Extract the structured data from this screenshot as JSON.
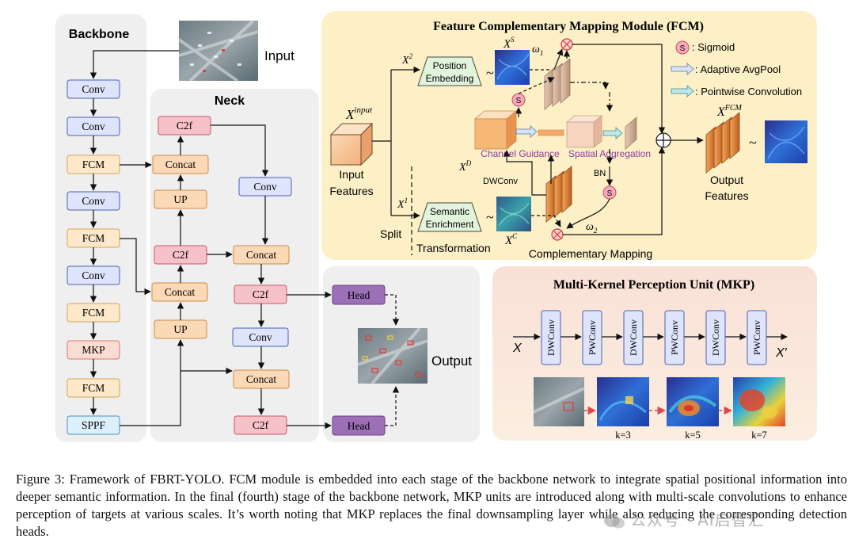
{
  "backbone": {
    "title": "Backbone",
    "layers": [
      "Conv",
      "Conv",
      "FCM",
      "Conv",
      "FCM",
      "Conv",
      "FCM",
      "MKP",
      "FCM",
      "SPPF"
    ]
  },
  "input_label": "Input",
  "neck": {
    "title": "Neck",
    "c2f": "C2f",
    "concat": "Concat",
    "up": "UP",
    "conv": "Conv"
  },
  "head": {
    "label": "Head",
    "output_label": "Output"
  },
  "fcm": {
    "title": "Feature Complementary Mapping Module (FCM)",
    "x_input": "X",
    "x_input_sup": "input",
    "input_features_1": "Input",
    "input_features_2": "Features",
    "x2": "X",
    "x2_sup": "2",
    "x1": "X",
    "x1_sup": "1",
    "pos_emb_1": "Position",
    "pos_emb_2": "Embedding",
    "sem_enr_1": "Semantic",
    "sem_enr_2": "Enrichment",
    "xs": "X",
    "xs_sup": "S",
    "xc": "X",
    "xc_sup": "C",
    "xd": "X",
    "xd_sup": "D",
    "omega1": "ω",
    "omega1_sub": "1",
    "omega2": "ω",
    "omega2_sub": "2",
    "tilde": "~",
    "channel_guidance": "Channel Guidance",
    "spatial_aggregation": "Spatial Aggregation",
    "dwconv": "DWConv",
    "bn": "BN",
    "split": "Split",
    "transformation": "Transformation",
    "complementary_mapping": "Complementary Mapping",
    "x_fcm": "X",
    "x_fcm_sup": "FCM",
    "output_features_1": "Output",
    "output_features_2": "Features",
    "sigmoid_symbol": "S",
    "legend_sigmoid": ": Sigmoid",
    "legend_avgpool": ": Adaptive AvgPool",
    "legend_pwconv": ": Pointwise Convolution"
  },
  "mkp": {
    "title": "Multi-Kernel Perception Unit (MKP)",
    "x_in": "X",
    "x_out": "X′",
    "blocks": [
      "DWConv",
      "PWConv",
      "DWConv",
      "PWConv",
      "DWConv",
      "PWConv"
    ],
    "k_labels": [
      "k=3",
      "k=5",
      "k=7"
    ]
  },
  "caption": "Figure 3: Framework of FBRT-YOLO. FCM module is embedded into each stage of the backbone network to integrate spatial positional information into deeper semantic information. In the final (fourth) stage of the backbone network, MKP units are introduced along with multi-scale convolutions to enhance perception of targets at various scales. It’s worth noting that MKP replaces the final downsampling layer while also reducing the corresponding detection heads.",
  "watermark": "公众号 · AI启智汇",
  "colors": {
    "conv": "#dde4fb",
    "fcm_block": "#fde9c9",
    "mkp_block": "#fbdcd2",
    "sppf": "#dcf0fb",
    "c2f": "#f7c1c8",
    "concat": "#fbd8b6",
    "head": "#9c6fb6",
    "fcm_panel": "#fdf0c6",
    "mkp_panel": "#fbe4d6",
    "gray_panel": "#efefef"
  }
}
